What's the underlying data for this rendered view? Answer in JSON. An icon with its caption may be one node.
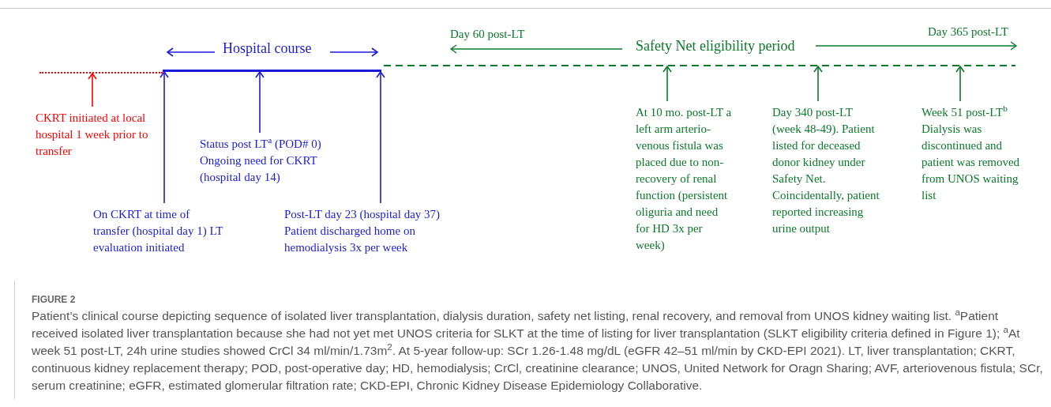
{
  "diagram": {
    "title": "FIGURE 2",
    "caption": "Patient’s clinical course depicting sequence of isolated liver transplantation, dialysis duration, safety net listing, renal recovery, and removal from UNOS kidney waiting list. $^{a}$Patient received isolated liver transplantation because she had not yet met UNOS criteria for SLKT at the time of listing for liver transplantation (SLKT eligibility criteria defined in Figure 1); $^{a}$At week 51 post-LT, 24h urine studies showed CrCl 34 ml/min/1.73m$^{2}$. At 5-year follow-up: SCr 1.26-1.48 mg/dL (eGFR 42–51 ml/min by CKD-EPI 2021). LT, liver transplantation; CKRT, continuous kidney replacement therapy; POD, post-operative day; HD, hemodialysis; CrCl, creatinine clearance; UNOS, United Network for Oragn Sharing; AVF, arteriovenous fistula; SCr, serum creatinine; eGFR, estimated glomerular filtration rate; CKD-EPI, Chronic Kidney Disease Epidemiology Collaborative.",
    "nodes": [
      {
        "text": [
          "CKRT initiated at local hospital 1 week prior to transfer"
        ]
      },
      {
        "text": [
          "Status post LT$^{a}$ (POD# 0) Ongoing need for CKRT (hospital day 14)"
        ]
      },
      {
        "text": [
          "On CKRT at time of transfer (hospital day 1) LT evaluation initiated"
        ]
      },
      {
        "text": [
          "Post-LT day 23 (hospital day 37) Patient discharged home on hemodialysis 3x per week"
        ]
      },
      {
        "text": [
          "At 10 mo. post-LT a left arm arterio- venous fistula was placed due to non- recovery of renal function (persistent oliguria and need for HD 3x per week)"
        ]
      },
      {
        "text": [
          "Day 340 post-LT (week 48-49). Patient listed for deceased donor kidney under Safety Net. Coincidentally, patient reported increasing urine output"
        ]
      },
      {
        "text": [
          "Week 51 post-LT$^{b}$ Dialysis was discontinued and patient was removed from UNOS waiting list"
        ]
      },
      {
        "text": [],
        "shape": "bar"
      },
      {
        "text": [],
        "shape": "bar"
      },
      {
        "text": [],
        "shape": "bar"
      }
    ],
    "edges": [
      {
        "from": 0,
        "to": 7,
        "arrow": "to",
        "color": "#ff0000"
      },
      {
        "from": 1,
        "to": 8,
        "arrow": "to"
      },
      {
        "from": 2,
        "to": 8,
        "arrow": "to"
      },
      {
        "from": 3,
        "to": 8,
        "arrow": "to"
      },
      {
        "from": 4,
        "to": 9,
        "arrow": "to",
        "color": "#0a7a2a"
      },
      {
        "from": 5,
        "to": 9,
        "arrow": "to",
        "color": "#0a7a2a"
      },
      {
        "from": 6,
        "to": 9,
        "arrow": "to",
        "color": "#0a7a2a"
      }
    ],
    "labels": [
      "Hospital course",
      "Day 60 post-LT",
      "Safety Net eligibility period",
      "Day 365 post-LT"
    ]
  }
}
